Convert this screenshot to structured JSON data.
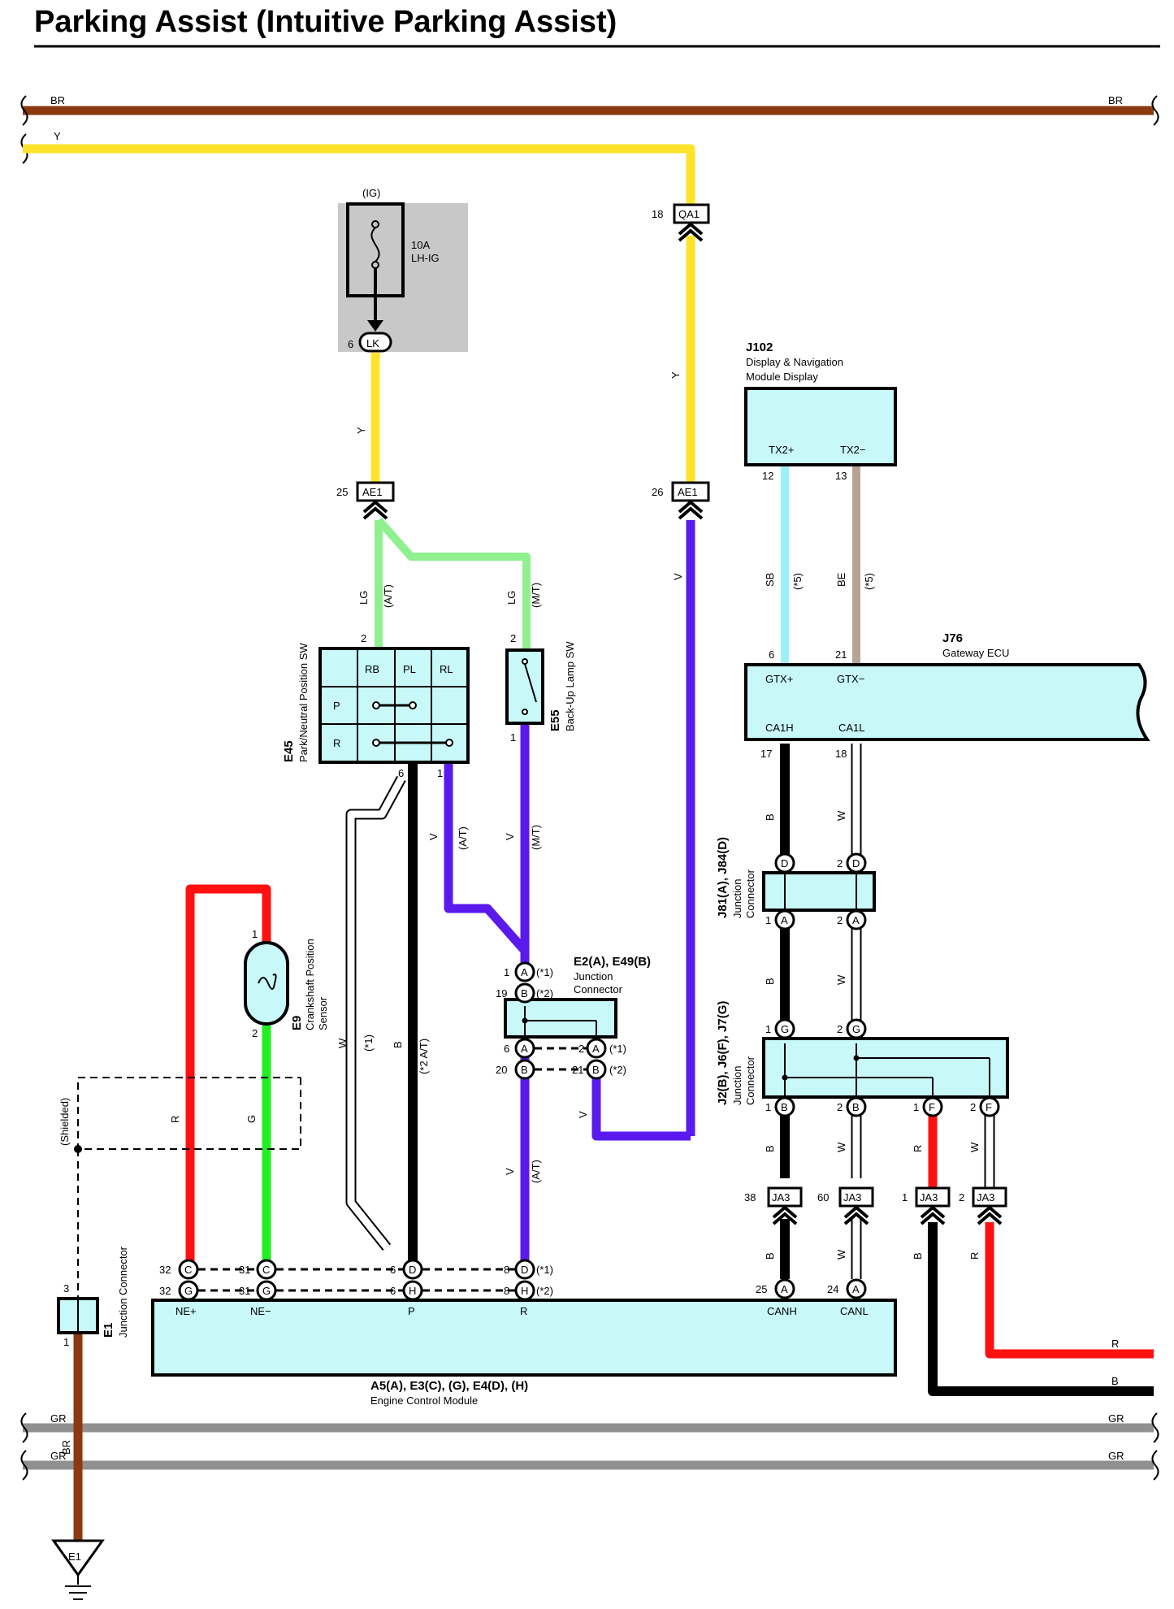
{
  "title": "Parking Assist (Intuitive Parking Assist)",
  "colors": {
    "BR": "#8b3a10",
    "Y": "#ffe32a",
    "LG": "#90f090",
    "V": "#5a1aee",
    "R": "#ff1010",
    "G": "#22ee22",
    "B": "#000000",
    "W": "#ffffff",
    "SB": "#9ef0f8",
    "BE": "#b8a496",
    "GR": "#909090",
    "component_fill": "#c8f8f8",
    "fuse_box_bg": "#c8c8c8"
  },
  "wire_codes": {
    "br_left": "BR",
    "br_right": "BR",
    "y_top": "Y",
    "y_fuse": "Y",
    "y_qa": "Y",
    "lg1": "LG",
    "at1": "(A/T)",
    "lg2": "LG",
    "mt1": "(M/T)",
    "v_at": "V",
    "at2": "(A/T)",
    "v_mt": "V",
    "mt2": "(M/T)",
    "v_right": "V",
    "v_e49": "V",
    "v_low": "V",
    "at3": "(A/T)",
    "w_pnp": "W",
    "star1": "(*1)",
    "b_pnp": "B",
    "star2at": "(*2 A/T)",
    "r_crank": "R",
    "g_crank": "G",
    "sb": "SB",
    "star5a": "(*5)",
    "be": "BE",
    "star5b": "(*5)",
    "b_j81": "B",
    "w_j81": "W",
    "b_j2": "B",
    "w_j2": "W",
    "b_j2b": "B",
    "w_j2b": "W",
    "r_j2": "R",
    "w_j2c": "W",
    "b_canh": "B",
    "w_canl": "W",
    "b_ja3": "B",
    "r_ja3": "R",
    "r_exit": "R",
    "b_exit": "B",
    "gr1_left": "GR",
    "gr1_right": "GR",
    "gr2_left": "GR",
    "gr2_right": "GR",
    "br_ground": "BR"
  },
  "fuse": {
    "label": "(IG)",
    "rating": "10A",
    "name": "LH-IG",
    "pin": "6",
    "connector": "LK"
  },
  "connectors": {
    "qa1": {
      "pin": "18",
      "name": "QA1"
    },
    "ae1_left": {
      "pin": "25",
      "name": "AE1"
    },
    "ae1_right": {
      "pin": "26",
      "name": "AE1"
    },
    "ja3": [
      {
        "pin": "38",
        "name": "JA3"
      },
      {
        "pin": "60",
        "name": "JA3"
      },
      {
        "pin": "1",
        "name": "JA3"
      },
      {
        "pin": "2",
        "name": "JA3"
      }
    ]
  },
  "j102": {
    "id": "J102",
    "name1": "Display & Navigation",
    "name2": "Module Display",
    "t1": "TX2+",
    "t2": "TX2−",
    "p1": "12",
    "p2": "13"
  },
  "j76": {
    "id": "J76",
    "name": "Gateway ECU",
    "t1": "GTX+",
    "t2": "GTX−",
    "t3": "CA1H",
    "t4": "CA1L",
    "p1": "6",
    "p2": "21",
    "p3": "17",
    "p4": "18"
  },
  "e45": {
    "id": "E45",
    "name": "Park/Neutral Position SW",
    "cols": [
      "RB",
      "PL",
      "RL"
    ],
    "rows": [
      "P",
      "R"
    ],
    "pin_top": "2",
    "pin_b1": "6",
    "pin_b2": "1"
  },
  "e55": {
    "id": "E55",
    "name": "Back-Up Lamp SW",
    "pin_top": "2",
    "pin_bot": "1"
  },
  "e9": {
    "id": "E9",
    "name1": "Crankshaft Position",
    "name2": "Sensor",
    "pin_top": "1",
    "pin_bot": "2"
  },
  "e2": {
    "id": "E2(A), E49(B)",
    "name1": "Junction",
    "name2": "Connector",
    "r1": [
      "1",
      "A",
      "(*1)"
    ],
    "r2": [
      "19",
      "B",
      "(*2)"
    ],
    "r3": [
      "6",
      "A",
      "2",
      "A",
      "(*1)"
    ],
    "r4": [
      "20",
      "B",
      "21",
      "B",
      "(*2)"
    ]
  },
  "j81": {
    "id": "J81(A), J84(D)",
    "name1": "Junction",
    "name2": "Connector",
    "top": [
      [
        "",
        "D"
      ],
      [
        "2",
        "D"
      ]
    ],
    "bot": [
      [
        "1",
        "A"
      ],
      [
        "2",
        "A"
      ]
    ]
  },
  "j2": {
    "id": "J2(B), J6(F), J7(G)",
    "name1": "Junction",
    "name2": "Connector",
    "top": [
      [
        "1",
        "G"
      ],
      [
        "2",
        "G"
      ]
    ],
    "bot": [
      [
        "1",
        "B"
      ],
      [
        "2",
        "B"
      ],
      [
        "1",
        "F"
      ],
      [
        "2",
        "F"
      ]
    ]
  },
  "e1": {
    "id": "E1",
    "name": "Junction Connector",
    "pin_top": "3",
    "pin_bot": "1",
    "ground": "E1"
  },
  "shielded": "(Shielded)",
  "ecm": {
    "id": "A5(A), E3(C), (G), E4(D), (H)",
    "name": "Engine Control Module",
    "t_nep": "NE+",
    "t_nem": "NE−",
    "t_p": "P",
    "t_r": "R",
    "t_canh": "CANH",
    "t_canl": "CANL",
    "row1": {
      "nep": [
        "32",
        "C"
      ],
      "nem": [
        "31",
        "C"
      ],
      "p": [
        "6",
        "D"
      ],
      "r": [
        "8",
        "D",
        "(*1)"
      ]
    },
    "row2": {
      "nep": [
        "32",
        "G"
      ],
      "nem": [
        "31",
        "G"
      ],
      "p": [
        "6",
        "H"
      ],
      "r": [
        "8",
        "H",
        "(*2)"
      ]
    },
    "canh": [
      "25",
      "A"
    ],
    "canl": [
      "24",
      "A"
    ]
  }
}
